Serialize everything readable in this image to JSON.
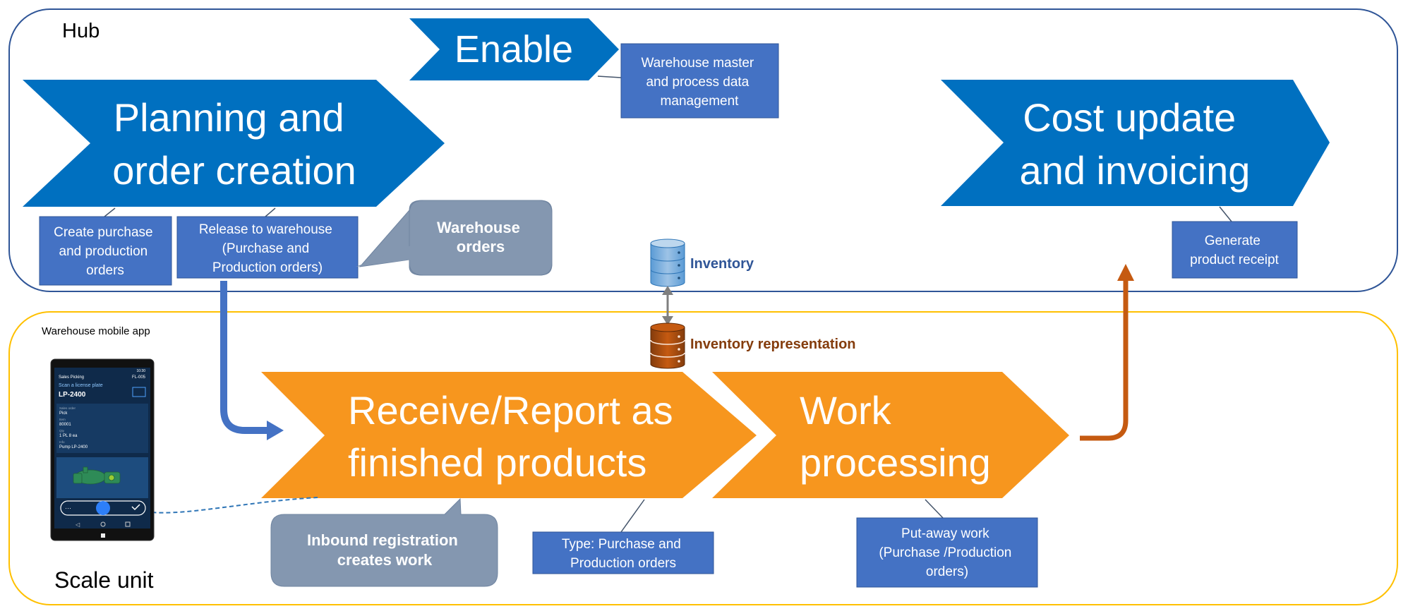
{
  "hub": {
    "label": "Hub"
  },
  "scale_unit": {
    "label": "Scale unit"
  },
  "enable": {
    "label": "Enable"
  },
  "warehouse_master": {
    "lines": [
      "Warehouse master",
      "and process data",
      "management"
    ]
  },
  "planning": {
    "lines": [
      "Planning and",
      "order creation"
    ]
  },
  "create_orders": {
    "lines": [
      "Create purchase",
      "and production",
      "orders"
    ]
  },
  "release_warehouse": {
    "lines": [
      "Release to warehouse",
      "(Purchase and",
      "Production orders)"
    ]
  },
  "warehouse_orders": {
    "lines": [
      "Warehouse",
      "orders"
    ]
  },
  "inventory": {
    "label": "Inventory"
  },
  "inventory_representation": {
    "label": "Inventory representation"
  },
  "cost_update": {
    "lines": [
      "Cost update",
      "and invoicing"
    ]
  },
  "generate_receipt": {
    "lines": [
      "Generate",
      "product receipt"
    ]
  },
  "mobile_app": {
    "label": "Warehouse mobile app",
    "screen": {
      "title": "Sales Picking",
      "code": "FL-005",
      "time": "10:30",
      "prompt": "Scan a license plate",
      "license_plate": "LP-2400",
      "fields": [
        {
          "label": "Sales order",
          "value": "Pick"
        },
        {
          "label": "Item",
          "value": "80001"
        },
        {
          "label": "Qty",
          "value": "1 PL         8 ea"
        },
        {
          "label": "Info",
          "value": "Pump LP-2400"
        }
      ]
    }
  },
  "receive": {
    "lines": [
      "Receive/Report as",
      "finished products"
    ]
  },
  "work_processing": {
    "lines": [
      "Work",
      "processing"
    ]
  },
  "inbound_registration": {
    "lines": [
      "Inbound registration",
      "creates work"
    ]
  },
  "type_orders": {
    "lines": [
      "Type: Purchase and",
      "Production orders"
    ]
  },
  "putaway_work": {
    "lines": [
      "Put-away work",
      "(Purchase /Production",
      "orders)"
    ]
  },
  "colors": {
    "hub_border": "#2F5597",
    "scale_border": "#FFC000",
    "chevron_blue": "#0070C0",
    "chevron_orange": "#F7961E",
    "box_blue": "#4472C4",
    "callout_gray": "#8497B0",
    "inventory_text": "#2F5597",
    "inventory_rep_text": "#843C0C"
  }
}
